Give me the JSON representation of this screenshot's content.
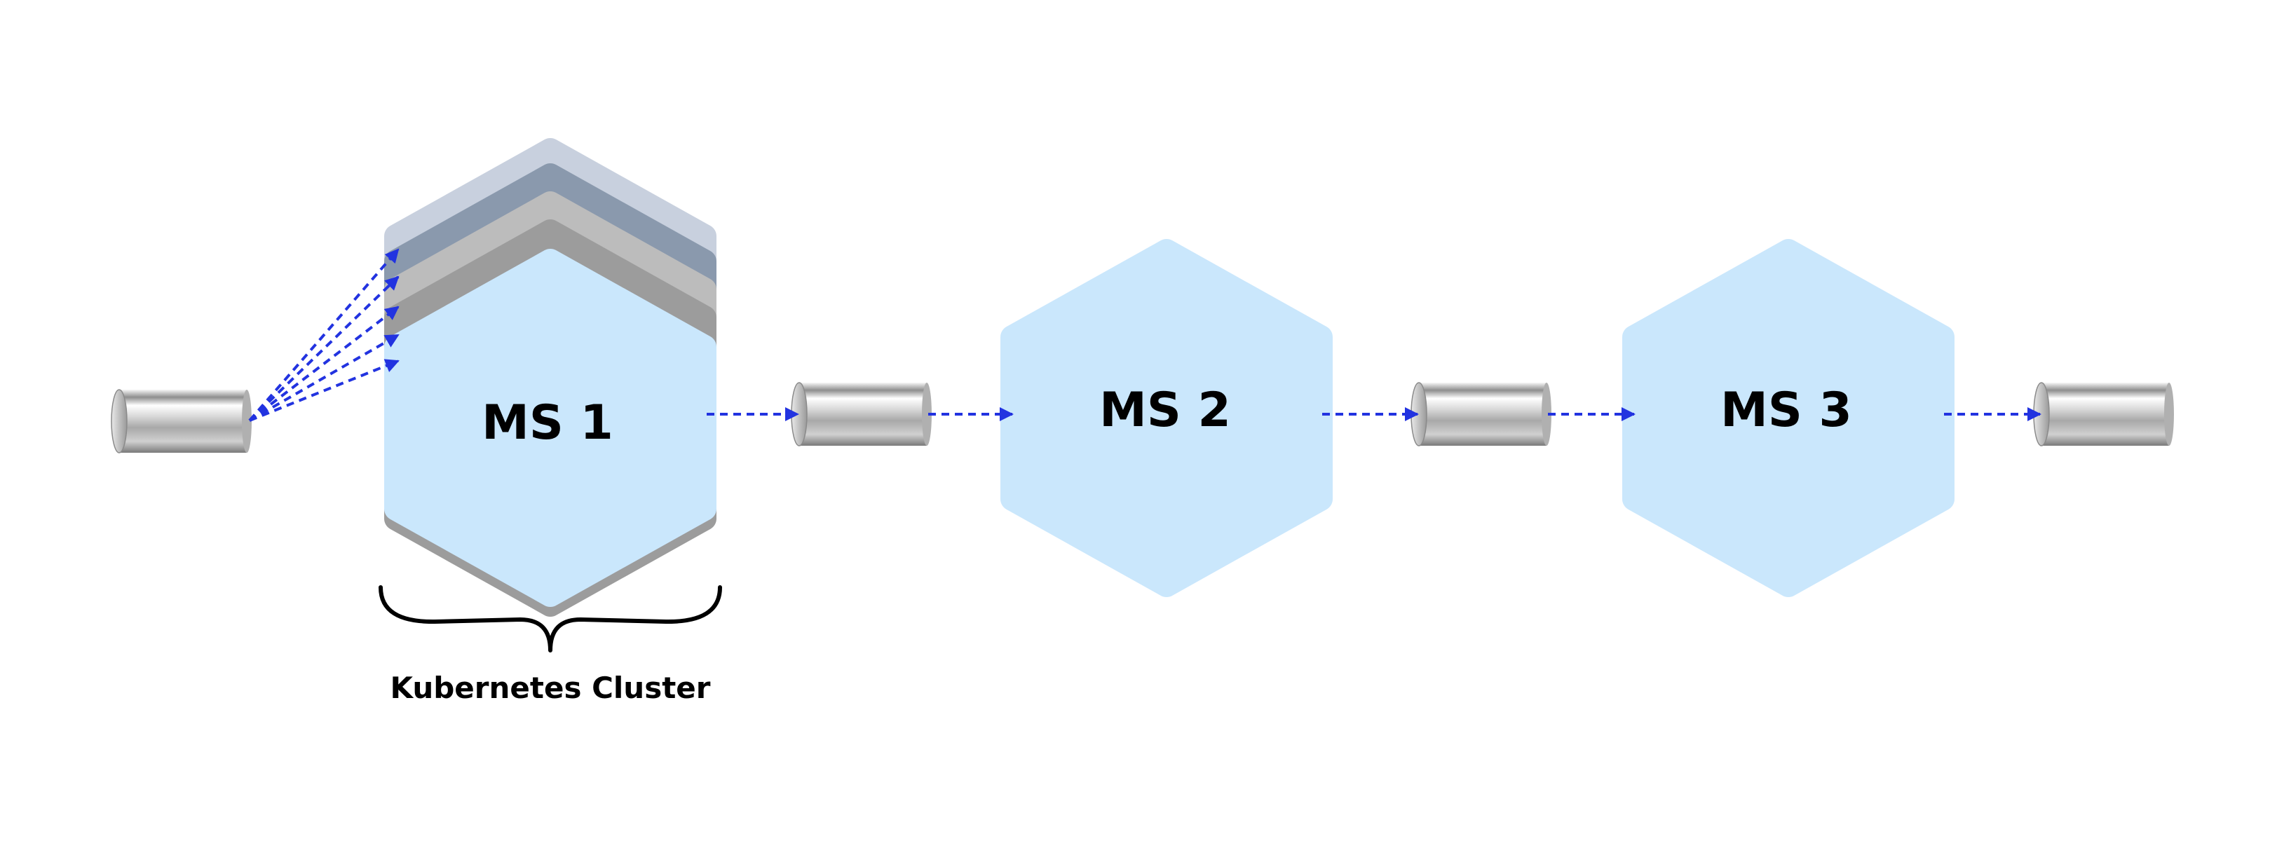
{
  "nodes": [
    {
      "id": "ms1",
      "label": "MS 1",
      "replicas": 4
    },
    {
      "id": "ms2",
      "label": "MS 2"
    },
    {
      "id": "ms3",
      "label": "MS 3"
    }
  ],
  "queues": [
    "queue-in",
    "queue-1-2",
    "queue-2-3",
    "queue-out"
  ],
  "cluster": {
    "label": "Kubernetes Cluster"
  },
  "colors": {
    "hexagon_fill": "#cae7fc",
    "connector": "#2233e0",
    "replica_layers": [
      "#c8d0de",
      "#8a99ad",
      "#bcbcbc",
      "#9c9c9c"
    ],
    "text": "#000000"
  }
}
